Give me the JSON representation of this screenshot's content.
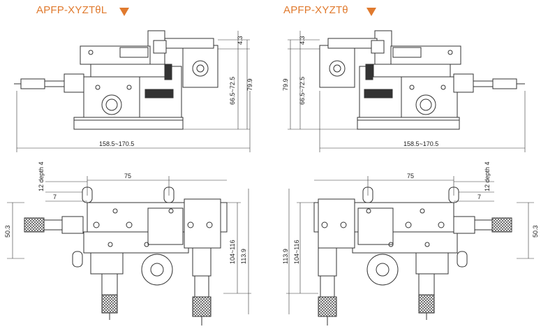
{
  "models": {
    "left": {
      "title": "APFP-XYZTθL",
      "marker": "triangle-down-icon"
    },
    "right": {
      "title": "APFP-XYZTθ",
      "marker": "triangle-down-icon"
    }
  },
  "dimensions": {
    "top_offset": "4.3",
    "travel_height": "66.5~72.5",
    "total_height": "79.9",
    "total_width": "158.5~170.5",
    "hole_depth": "12 depth 4",
    "hole_offset": "7",
    "hole_pitch": "75",
    "micrometer_height": "50.3",
    "travel_length": "104~116",
    "total_length": "113.9"
  },
  "colors": {
    "accent": "#e07a2e",
    "line": "#333333",
    "hatch": "#555555"
  }
}
